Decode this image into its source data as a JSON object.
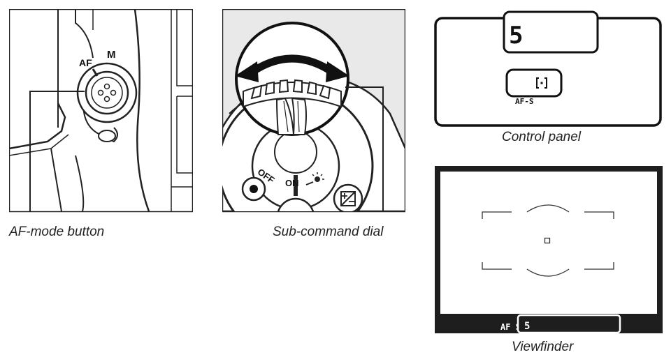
{
  "camera_body": {
    "af_label": "AF",
    "m_label": "M"
  },
  "mode_switch": {
    "off_label": "OFF",
    "on_label": "ON"
  },
  "control_panel": {
    "value": "5",
    "af_mode": "AF-S"
  },
  "viewfinder": {
    "mode_text": "AF S",
    "value": "5"
  },
  "captions": {
    "af_mode_button": "AF-mode button",
    "sub_command_dial": "Sub-command dial",
    "control_panel": "Control panel",
    "viewfinder": "Viewfinder"
  }
}
